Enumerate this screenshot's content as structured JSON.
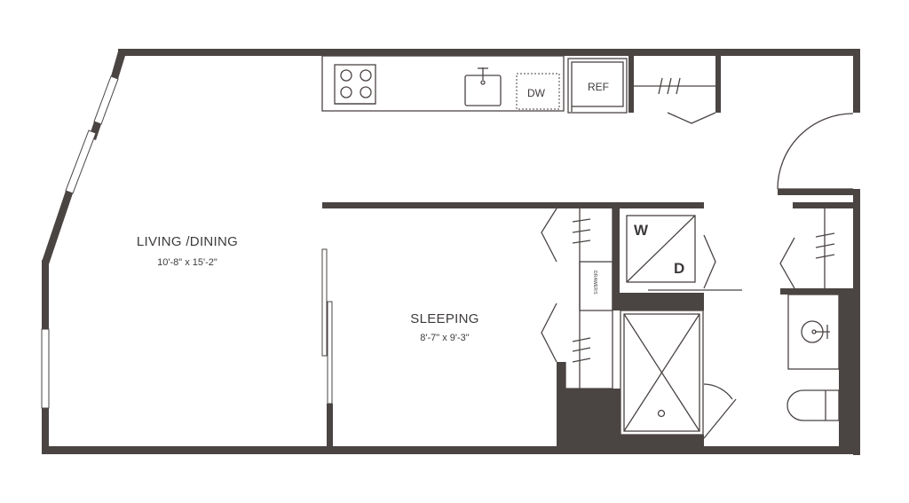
{
  "rooms": {
    "living_dining": {
      "name": "LIVING /DINING",
      "dims": "10'-8\" x 15'-2\""
    },
    "sleeping": {
      "name": "SLEEPING",
      "dims": "8'-7\" x 9'-3\""
    }
  },
  "appliances": {
    "dishwasher": "DW",
    "refrigerator": "REF",
    "washer": "W",
    "dryer": "D",
    "drawers": "DRAWERS"
  },
  "colors": {
    "wall": "#4a4443",
    "background": "#ffffff"
  }
}
